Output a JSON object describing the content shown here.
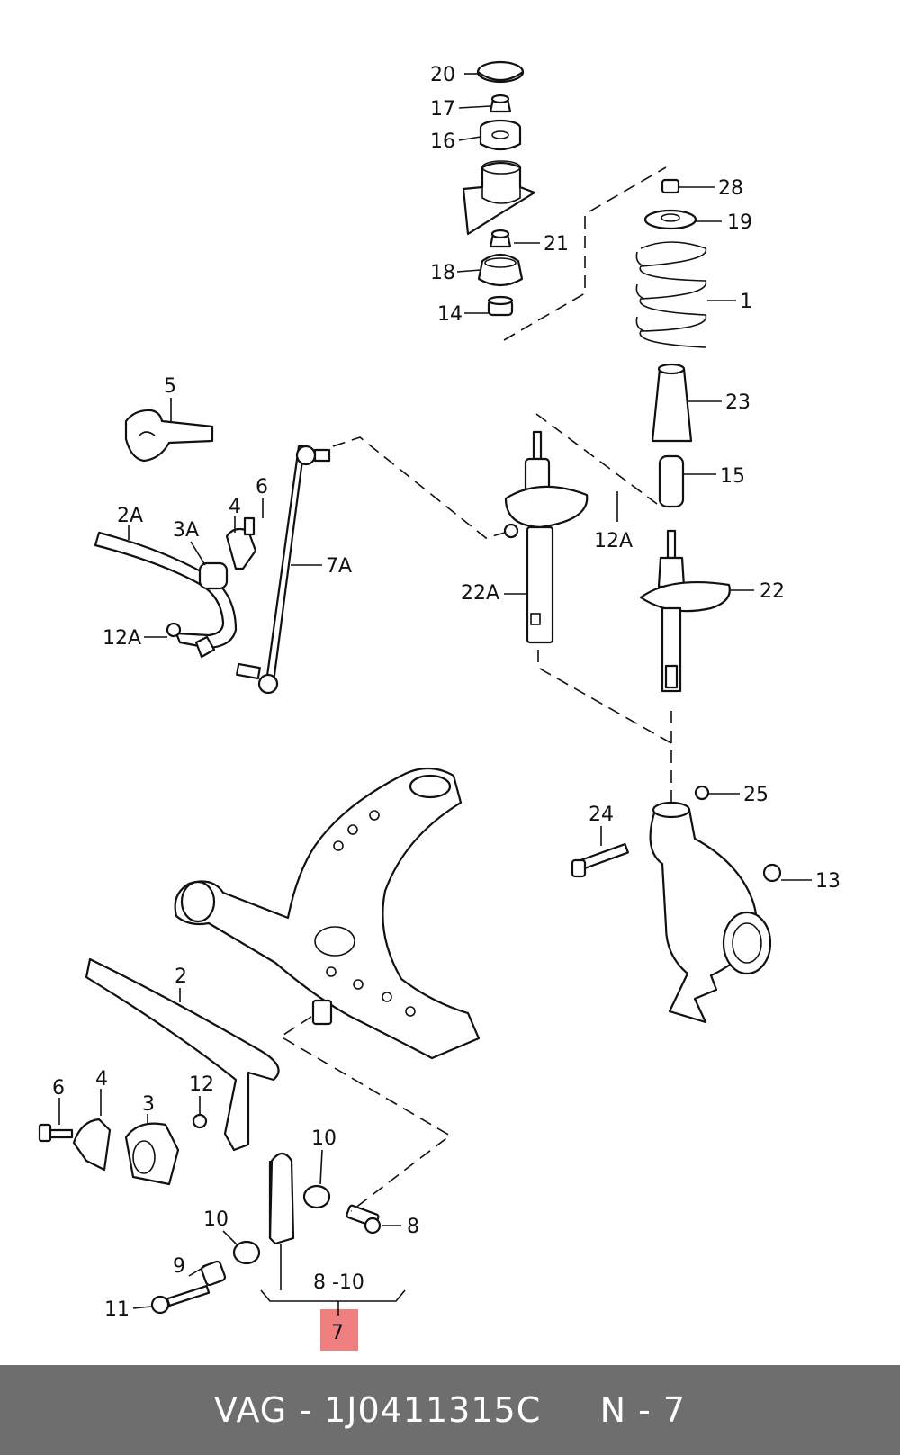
{
  "callouts": {
    "c20": "20",
    "c17": "17",
    "c16": "16",
    "c21": "21",
    "c18": "18",
    "c14": "14",
    "c28": "28",
    "c19": "19",
    "c1": "1",
    "c23": "23",
    "c15": "15",
    "c22": "22",
    "c12A_right": "12A",
    "c22A": "22A",
    "c5": "5",
    "c6_top": "6",
    "c4_top": "4",
    "c2A": "2A",
    "c3A": "3A",
    "c7A": "7A",
    "c12A_left": "12A",
    "c24": "24",
    "c25": "25",
    "c13": "13",
    "c2": "2",
    "c6_bot": "6",
    "c4_bot": "4",
    "c3": "3",
    "c12": "12",
    "c10_a": "10",
    "c8": "8",
    "c10_b": "10",
    "c9": "9",
    "c11": "11",
    "c8_10": "8 -10",
    "c7": "7"
  },
  "highlight_color": "#f08080",
  "footer": {
    "text": "VAG - 1J0411315C     N - 7",
    "background": "#6e6e6e"
  }
}
